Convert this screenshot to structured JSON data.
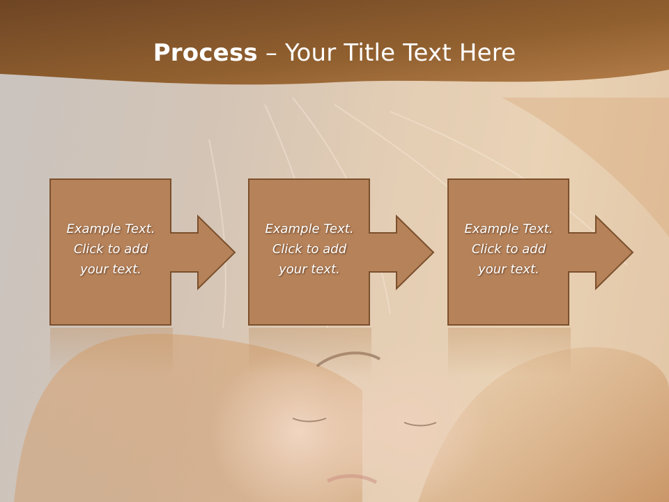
{
  "title": {
    "bold": "Process",
    "rest": " – Your Title Text Here"
  },
  "steps": [
    {
      "line1": "Example Text.",
      "line2": "Click  to add",
      "line3": "your text."
    },
    {
      "line1": "Example Text.",
      "line2": "Click  to add",
      "line3": "your text."
    },
    {
      "line1": "Example Text.",
      "line2": "Click  to add",
      "line3": "your text."
    }
  ],
  "colors": {
    "band": "#8a5a2e",
    "box": "#b5825a",
    "box_border": "#7a4f2c",
    "text": "#ffffff"
  }
}
